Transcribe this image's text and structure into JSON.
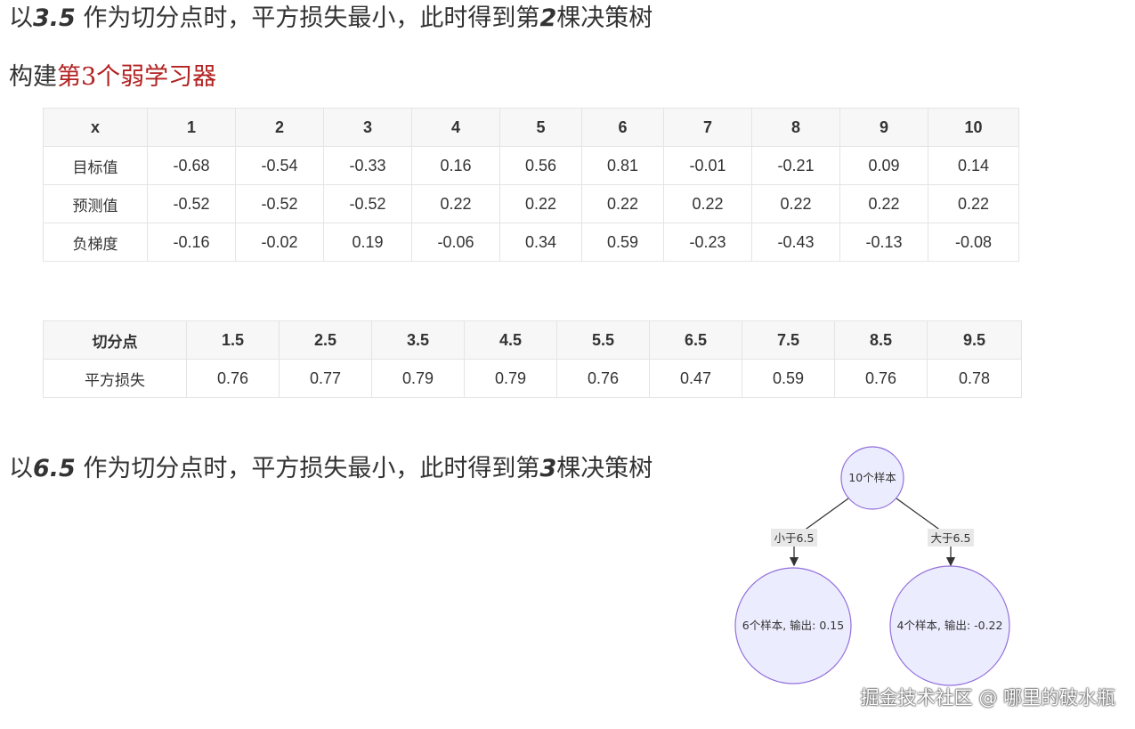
{
  "headings": {
    "tree2": {
      "prefix": "以",
      "split": "3.5",
      "mid": " 作为切分点时，平方损失最小，此时得到第",
      "tree_no": "2",
      "suffix": "棵决策树"
    },
    "build": {
      "prefix": "构建",
      "highlight": "第3个弱学习器"
    },
    "tree3": {
      "prefix": "以",
      "split": "6.5",
      "mid": " 作为切分点时，平方损失最小，此时得到第",
      "tree_no": "3",
      "suffix": "棵决策树"
    }
  },
  "learner_table": {
    "header": [
      "x",
      "1",
      "2",
      "3",
      "4",
      "5",
      "6",
      "7",
      "8",
      "9",
      "10"
    ],
    "rows": [
      {
        "label": "目标值",
        "values": [
          "-0.68",
          "-0.54",
          "-0.33",
          "0.16",
          "0.56",
          "0.81",
          "-0.01",
          "-0.21",
          "0.09",
          "0.14"
        ]
      },
      {
        "label": "预测值",
        "values": [
          "-0.52",
          "-0.52",
          "-0.52",
          "0.22",
          "0.22",
          "0.22",
          "0.22",
          "0.22",
          "0.22",
          "0.22"
        ]
      },
      {
        "label": "负梯度",
        "values": [
          "-0.16",
          "-0.02",
          "0.19",
          "-0.06",
          "0.34",
          "0.59",
          "-0.23",
          "-0.43",
          "-0.13",
          "-0.08"
        ]
      }
    ]
  },
  "split_table": {
    "header": [
      "切分点",
      "1.5",
      "2.5",
      "3.5",
      "4.5",
      "5.5",
      "6.5",
      "7.5",
      "8.5",
      "9.5"
    ],
    "row": {
      "label": "平方损失",
      "values": [
        "0.76",
        "0.77",
        "0.79",
        "0.79",
        "0.76",
        "0.47",
        "0.59",
        "0.76",
        "0.78"
      ]
    }
  },
  "tree": {
    "root": "10个样本",
    "left_edge": "小于6.5",
    "right_edge": "大于6.5",
    "left_leaf": "6个样本, 输出: 0.15",
    "right_leaf": "4个样本, 输出: -0.22",
    "node_fill": "#ececff",
    "node_stroke": "#9370db"
  },
  "watermark": "掘金技术社区 @ 哪里的破水瓶"
}
